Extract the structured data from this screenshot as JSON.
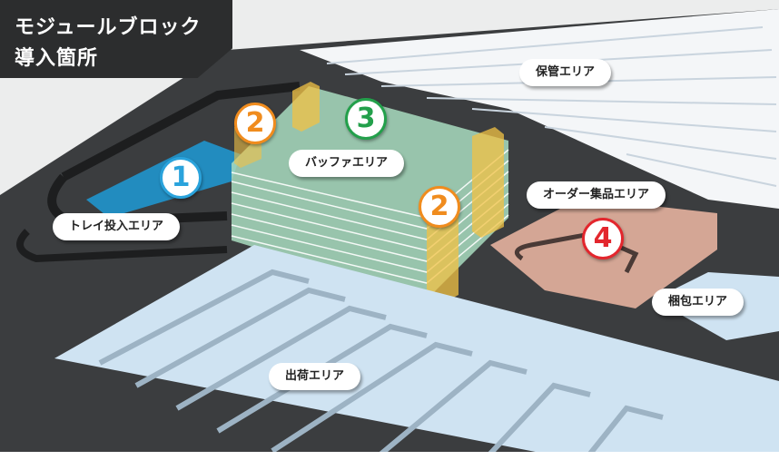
{
  "title": {
    "line1": "モジュールブロック",
    "line2": "導入箇所"
  },
  "areas": {
    "storage": "保管エリア",
    "buffer": "バッファエリア",
    "order_picking": "オーダー集品エリア",
    "tray_input": "トレイ投入エリア",
    "packing": "梱包エリア",
    "shipping": "出荷エリア"
  },
  "badges": {
    "one": "1",
    "two_a": "2",
    "two_b": "2",
    "three": "3",
    "four": "4"
  },
  "colors": {
    "badge_blue": "#2aa3dc",
    "badge_orange": "#f08c1e",
    "badge_green": "#23a04b",
    "badge_red": "#e3262d",
    "floor": "#3a3c3e",
    "buffer_fill": "#a9dcc0",
    "tray_fill": "#1f9ad6",
    "order_fill": "#f0b8a4",
    "lift_fill": "#f2c144"
  }
}
